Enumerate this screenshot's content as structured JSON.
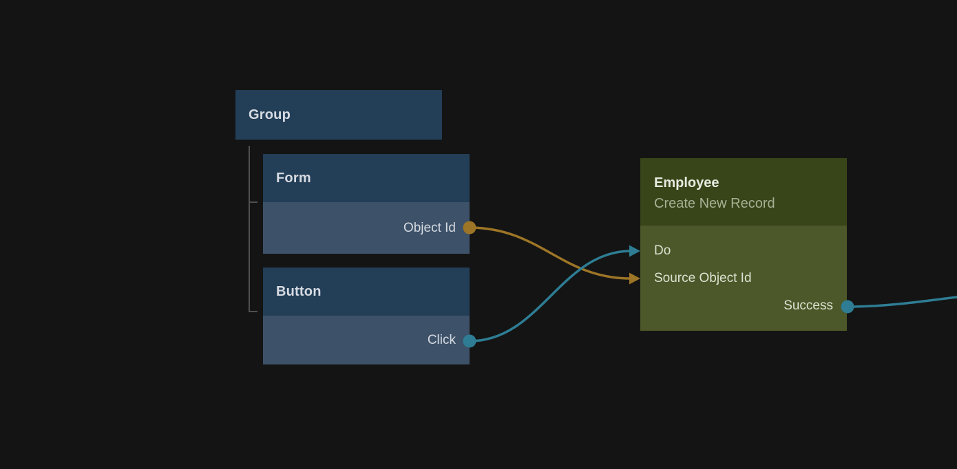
{
  "canvas": {
    "background": "#141414"
  },
  "colors": {
    "blue_header": "#233E57",
    "blue_body": "#3D5168",
    "green_header": "#384519",
    "green_body": "#4C5829",
    "amber": "#9C7526",
    "teal": "#2E7D94",
    "connector_gray": "#505050",
    "blue_text": "#D6DBE2",
    "green_title_text": "#E7EADF",
    "green_subtitle_text": "#A6B194",
    "green_label_text": "#DCE2D2"
  },
  "nodes": {
    "group": {
      "title": "Group"
    },
    "form": {
      "title": "Form",
      "output_label": "Object Id",
      "port_color": "#9C7526"
    },
    "button": {
      "title": "Button",
      "output_label": "Click",
      "port_color": "#2E7D94"
    },
    "employee": {
      "title": "Employee",
      "subtitle": "Create New Record",
      "input_do_label": "Do",
      "input_do_color": "#2E7D94",
      "input_source_label": "Source Object Id",
      "input_source_color": "#9C7526",
      "output_success_label": "Success",
      "output_success_color": "#2E7D94"
    }
  },
  "edges": [
    {
      "name": "form-object-id-to-employee-source-object-id",
      "color": "#9C7526"
    },
    {
      "name": "button-click-to-employee-do",
      "color": "#2E7D94"
    },
    {
      "name": "employee-success-to-offscreen-right",
      "color": "#2E7D94"
    }
  ]
}
